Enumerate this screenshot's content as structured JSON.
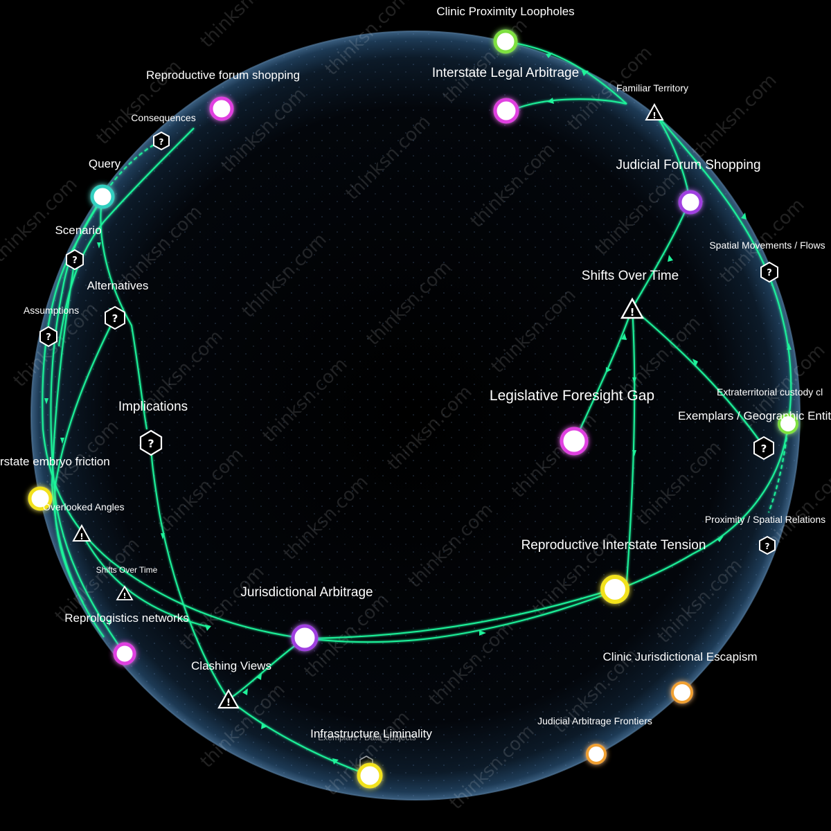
{
  "watermark": "thinksn.com",
  "colors": {
    "background": "#000000",
    "sphere_edge": "#4a6a8a",
    "edge": "#1ff29a",
    "edge_alt": "#2ad1a6",
    "node_magenta": "#e040e0",
    "node_purple": "#a040e0",
    "node_yellow": "#f2e21a",
    "node_green": "#7ee040",
    "node_orange": "#f0a030",
    "node_teal": "#30d0c0"
  },
  "nodes": [
    {
      "id": "clinic-proximity-loopholes",
      "label": "Clinic Proximity Loopholes",
      "kind": "circle",
      "color": "node_green"
    },
    {
      "id": "interstate-legal-arbitrage",
      "label": "Interstate Legal Arbitrage",
      "kind": "circle",
      "color": "node_magenta"
    },
    {
      "id": "reproductive-forum-shopping",
      "label": "Reproductive forum shopping",
      "kind": "circle",
      "color": "node_magenta"
    },
    {
      "id": "familiar-territory",
      "label": "Familiar Territory",
      "kind": "warning"
    },
    {
      "id": "judicial-forum-shopping",
      "label": "Judicial Forum Shopping",
      "kind": "circle",
      "color": "node_purple"
    },
    {
      "id": "consequences",
      "label": "Consequences",
      "kind": "question"
    },
    {
      "id": "query",
      "label": "Query",
      "kind": "circle",
      "color": "node_teal"
    },
    {
      "id": "scenario",
      "label": "Scenario",
      "kind": "question"
    },
    {
      "id": "spatial-movements-flows",
      "label": "Spatial Movements / Flows",
      "kind": "question"
    },
    {
      "id": "alternatives",
      "label": "Alternatives",
      "kind": "question"
    },
    {
      "id": "shifts-over-time-main",
      "label": "Shifts Over Time",
      "kind": "warning"
    },
    {
      "id": "assumptions",
      "label": "Assumptions",
      "kind": "question"
    },
    {
      "id": "legislative-foresight-gap",
      "label": "Legislative Foresight Gap",
      "kind": "circle",
      "color": "node_magenta"
    },
    {
      "id": "extraterritorial-custody",
      "label": "Extraterritorial custody cl",
      "kind": "circle",
      "color": "node_green"
    },
    {
      "id": "exemplars-geographic",
      "label": "Exemplars / Geographic Entiti",
      "kind": "question"
    },
    {
      "id": "implications",
      "label": "Implications",
      "kind": "question"
    },
    {
      "id": "interstate-embryo-friction",
      "label": "rstate embryo friction",
      "kind": "circle",
      "color": "node_yellow"
    },
    {
      "id": "overlooked-angles",
      "label": "Overlooked Angles",
      "kind": "warning"
    },
    {
      "id": "proximity-spatial-relations",
      "label": "Proximity / Spatial Relations",
      "kind": "question"
    },
    {
      "id": "reproductive-interstate-tension",
      "label": "Reproductive Interstate Tension",
      "kind": "circle",
      "color": "node_yellow"
    },
    {
      "id": "shifts-over-time-small",
      "label": "Shifts Over Time",
      "kind": "warning"
    },
    {
      "id": "jurisdictional-arbitrage",
      "label": "Jurisdictional Arbitrage",
      "kind": "circle",
      "color": "node_purple"
    },
    {
      "id": "reprologistics-networks",
      "label": "Reprologistics networks",
      "kind": "circle",
      "color": "node_magenta"
    },
    {
      "id": "clinic-jurisdictional-escapism",
      "label": "Clinic Jurisdictional Escapism",
      "kind": "circle",
      "color": "node_orange"
    },
    {
      "id": "clashing-views",
      "label": "Clashing Views",
      "kind": "warning"
    },
    {
      "id": "judicial-arbitrage-frontiers",
      "label": "Judicial Arbitrage Frontiers",
      "kind": "circle",
      "color": "node_orange"
    },
    {
      "id": "infrastructure-liminality",
      "label": "Infrastructure Liminality",
      "kind": "circle",
      "color": "node_yellow"
    },
    {
      "id": "exemplars-data-subjects",
      "label": "Exemplars / Data Subjects",
      "kind": "question"
    }
  ]
}
